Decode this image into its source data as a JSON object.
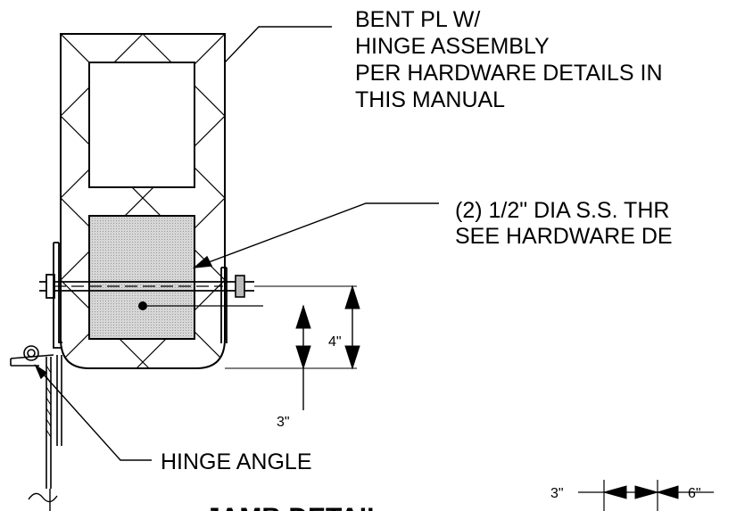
{
  "callouts": {
    "bent_plate": {
      "line1": "BENT PL W/",
      "line2": "HINGE ASSEMBLY",
      "line3": "PER HARDWARE DETAILS IN",
      "line4": "THIS MANUAL"
    },
    "bolts": {
      "line1": "(2) 1/2\" DIA S.S. THR",
      "line2": "SEE HARDWARE DE"
    },
    "hinge_angle": "HINGE ANGLE"
  },
  "dimensions": {
    "rise_4": "4\"",
    "rise_3": "3\"",
    "spacing_left": "3\"",
    "spacing_right": "6\""
  },
  "title": "JAMB DETAIL"
}
